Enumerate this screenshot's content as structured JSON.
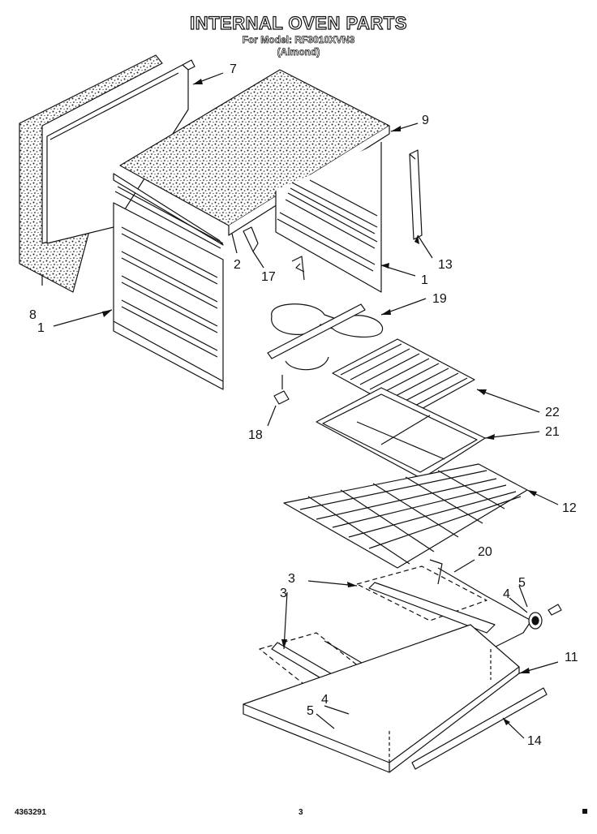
{
  "header": {
    "title": "INTERNAL OVEN PARTS",
    "model_line": "For Model: RF3010XVN3",
    "color_line": "(Almond)"
  },
  "callouts": {
    "c7": "7",
    "c9": "9",
    "c13": "13",
    "c1a": "1",
    "c1b": "1",
    "c2": "2",
    "c17": "17",
    "c8": "8",
    "c19": "19",
    "c18": "18",
    "c22": "22",
    "c21": "21",
    "c12": "12",
    "c20": "20",
    "c3a": "3",
    "c3b": "3",
    "c5a": "5",
    "c4a": "4",
    "c11": "11",
    "c4b": "4",
    "c5b": "5",
    "c14": "14"
  },
  "footer": {
    "part_number": "4363291",
    "page_number": "3"
  }
}
